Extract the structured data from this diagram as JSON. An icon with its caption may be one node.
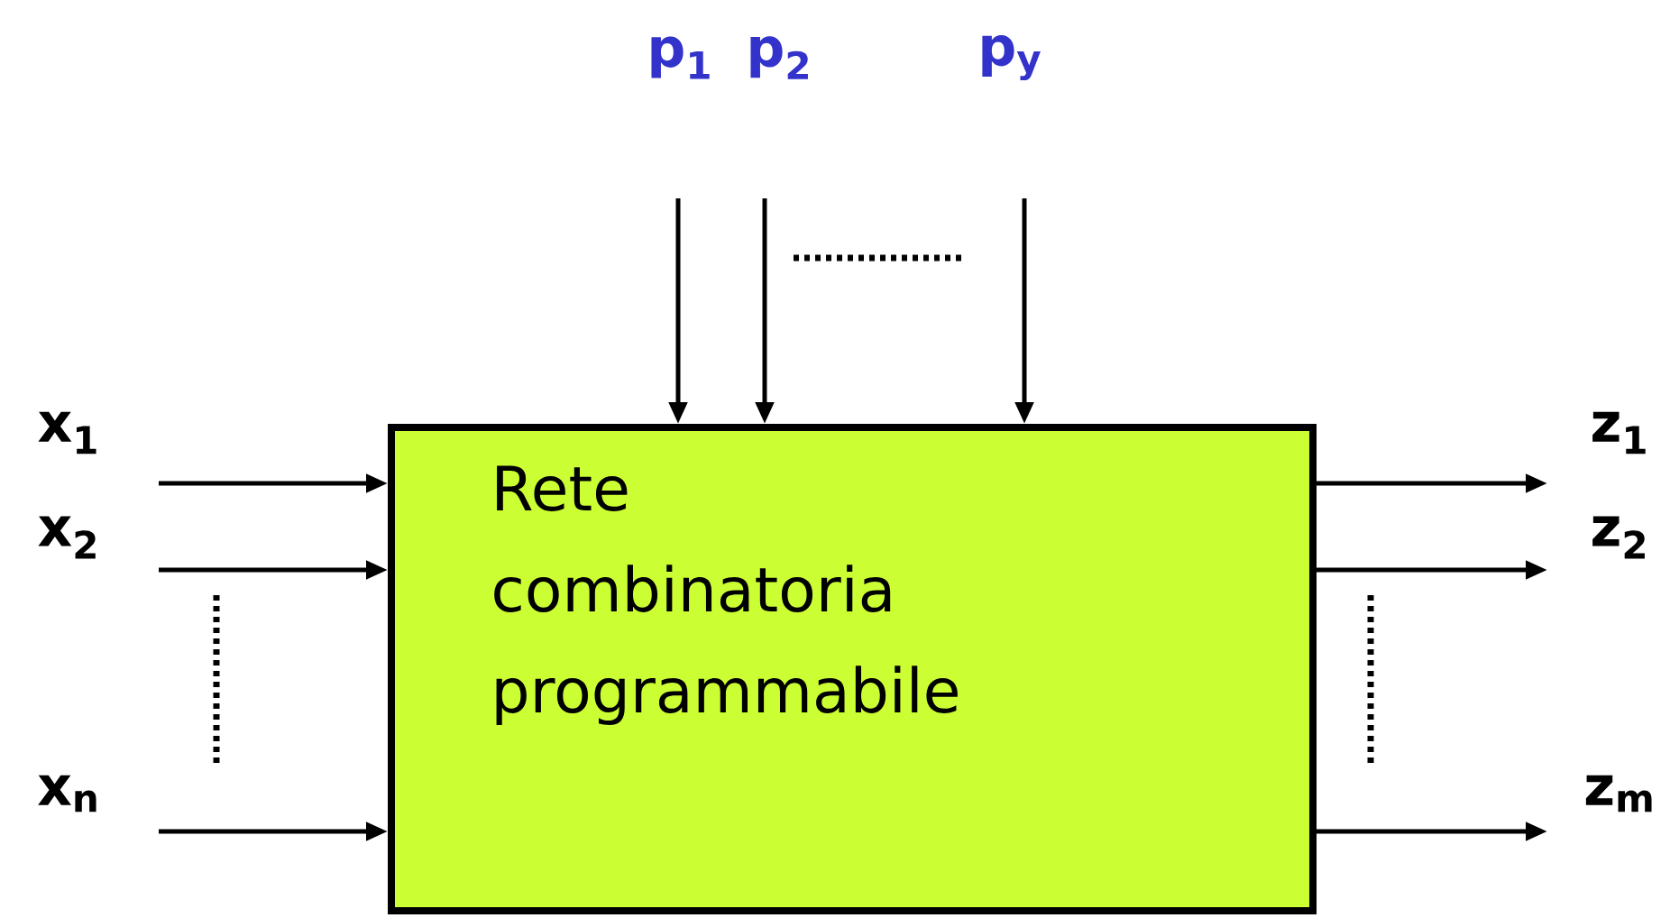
{
  "diagram": {
    "nodes": [
      {
        "text": [
          "Rete combinatoria programmabile"
        ]
      },
      {
        "text": [
          "p$_{1}$"
        ]
      },
      {
        "text": [
          "p$_{2}$"
        ]
      },
      {
        "text": [
          "p$_{y}$"
        ]
      },
      {
        "text": [
          "x$_{1}$"
        ]
      },
      {
        "text": [
          "z$_{1}$"
        ]
      },
      {
        "text": [
          "x$_{2}$"
        ]
      },
      {
        "text": [
          "z$_{2}$"
        ]
      },
      {
        "text": [
          "x$_{n}$"
        ]
      },
      {
        "text": [
          "z$_{m}$"
        ]
      }
    ],
    "edges": [
      {
        "from": 1,
        "to": 0,
        "arrow": "to"
      },
      {
        "from": 2,
        "to": 0,
        "arrow": "to"
      },
      {
        "from": 3,
        "to": 0,
        "arrow": "to"
      },
      {
        "from": 4,
        "to": 0,
        "arrow": "to"
      },
      {
        "from": 6,
        "to": 0,
        "arrow": "to"
      },
      {
        "from": 8,
        "to": 0,
        "arrow": "to"
      },
      {
        "from": 0,
        "to": 5,
        "arrow": "to"
      },
      {
        "from": 0,
        "to": 7,
        "arrow": "to"
      },
      {
        "from": 0,
        "to": 9,
        "arrow": "to"
      }
    ]
  }
}
